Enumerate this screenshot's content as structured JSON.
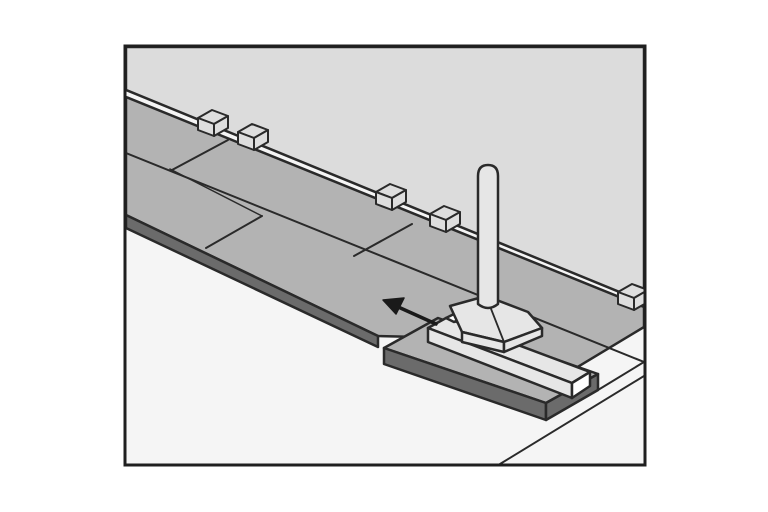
{
  "colors": {
    "background": "#ffffff",
    "wall": "#dcdcdc",
    "floor": "#f5f5f5",
    "plank_top": "#b3b3b3",
    "plank_edge": "#6b6b6b",
    "outline": "#2a2a2a",
    "tool": "#e6e6e6",
    "spacer": "#dedede",
    "arrow": "#1a1a1a"
  },
  "icons": {
    "hammer": "hammer-icon",
    "tapping_block": "tapping-block-icon",
    "spacer": "spacer-block-icon",
    "direction_arrow": "arrow-left-icon"
  },
  "scene": {
    "planks_visible": 5,
    "spacers_visible": 5,
    "arrow_direction": "left"
  }
}
